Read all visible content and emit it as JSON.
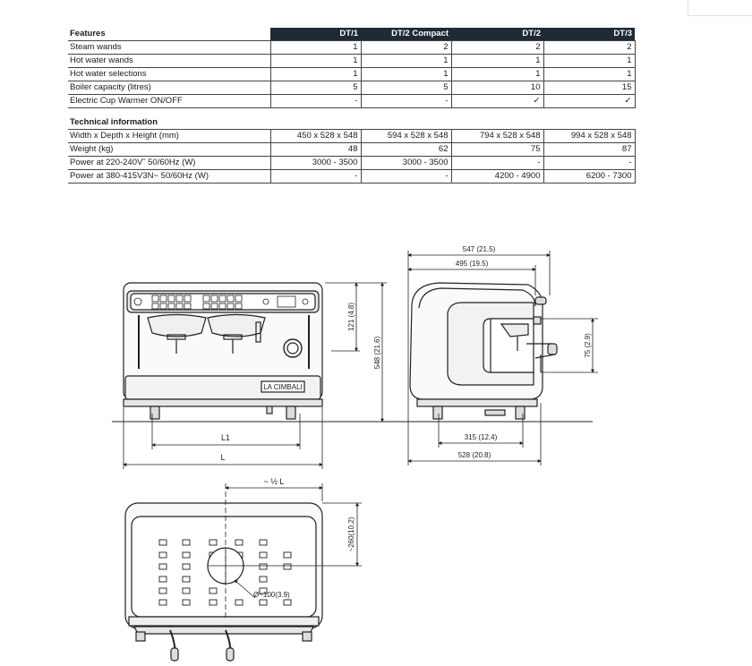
{
  "features_table": {
    "title": "Features",
    "columns": [
      "DT/1",
      "DT/2 Compact",
      "DT/2",
      "DT/3"
    ],
    "rows": [
      {
        "label": "Steam wands",
        "values": [
          "1",
          "2",
          "2",
          "2"
        ]
      },
      {
        "label": "Hot water wands",
        "values": [
          "1",
          "1",
          "1",
          "1"
        ]
      },
      {
        "label": "Hot water selections",
        "values": [
          "1",
          "1",
          "1",
          "1"
        ]
      },
      {
        "label": "Boiler capacity (litres)",
        "values": [
          "5",
          "5",
          "10",
          "15"
        ]
      },
      {
        "label": "Electric Cup Warmer ON/OFF",
        "values": [
          "-",
          "-",
          "✓",
          "✓"
        ]
      }
    ]
  },
  "tech_table": {
    "title": "Technical information",
    "rows": [
      {
        "label": "Width x Depth x Height (mm)",
        "values": [
          "450 x 528 x 548",
          "594 x 528 x 548",
          "794 x 528 x 548",
          "994 x 528 x 548"
        ]
      },
      {
        "label": "Weight (kg)",
        "values": [
          "48",
          "62",
          "75",
          "87"
        ]
      },
      {
        "label": "Power at 220-240V˜ 50/60Hz (W)",
        "values": [
          "3000 - 3500",
          "3000 - 3500",
          "-",
          "-"
        ]
      },
      {
        "label": "Power at 380-415V3N~ 50/60Hz (W)",
        "values": [
          "-",
          "-",
          "4200 - 4900",
          "6200 - 7300"
        ]
      }
    ]
  },
  "drawing": {
    "front": {
      "height_dim": "548 (21.6)",
      "upper_dim": "121 (4.8)",
      "l1_label": "L1",
      "l_label": "L",
      "brand": "LA CIMBALI"
    },
    "side": {
      "overall_depth": "547 (21.5)",
      "body_depth": "495 (19.5)",
      "cup_dim": "75 (2.9)",
      "foot_dim": "315 (12.4)",
      "base_depth": "528 (20.8)"
    },
    "top": {
      "half_l": "~ ½ L",
      "depth_dim": "~260(10.2)",
      "hole_dim": "Ø~100(3.9)"
    }
  }
}
